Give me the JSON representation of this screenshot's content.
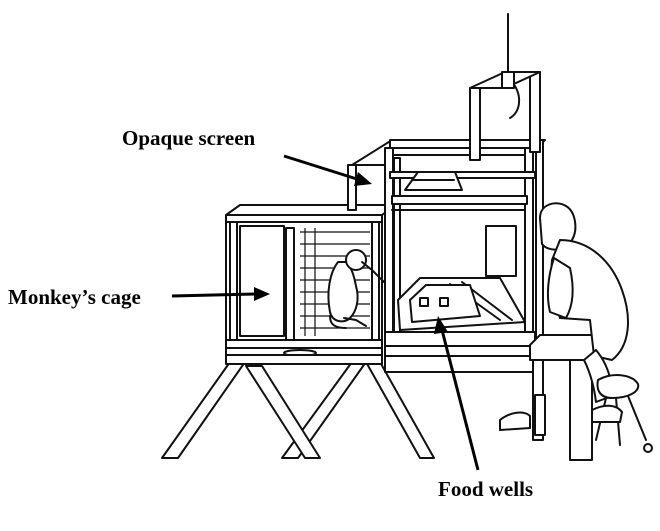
{
  "labels": {
    "opaque_screen": "Opaque screen",
    "monkeys_cage": "Monkey’s cage",
    "food_wells": "Food wells"
  },
  "colors": {
    "ink": "#111111",
    "background": "#ffffff"
  }
}
